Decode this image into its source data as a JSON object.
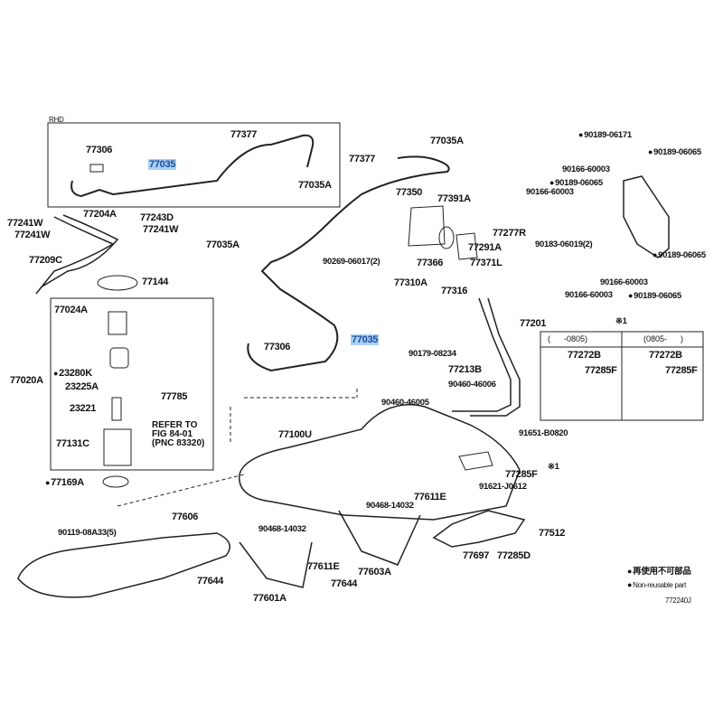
{
  "diagram": {
    "rhd_label": "RHD",
    "figure_code": "772240J",
    "legend": {
      "jp": "再使用不可部品",
      "en": "Non-reusable part"
    },
    "refer_note": [
      "REFER TO",
      "FIG 84-01",
      "(PNC 83320)"
    ],
    "variant_box": {
      "marker": "※1",
      "col1_header": "(      -0805)",
      "col2_header": "(0805-      )",
      "col1_parts": [
        "77272B",
        "77285F"
      ],
      "col2_parts": [
        "77272B",
        "77285F"
      ]
    },
    "parts": {
      "p77306a": "77306",
      "p77035a": "77035",
      "p77377a": "77377",
      "p77035Aa": "77035A",
      "p77377b": "77377",
      "p77035Ab": "77035A",
      "p77350": "77350",
      "p77391A": "77391A",
      "p77366": "77366",
      "p90269": "90269-06017(2)",
      "p77291A": "77291A",
      "p77371L": "77371L",
      "p77310A": "77310A",
      "p77316": "77316",
      "p77201": "77201",
      "p90179": "90179-08234",
      "p77213B": "77213B",
      "p90460_46006": "90460-46006",
      "p90460_46005": "90460-46005",
      "p91651": "91651-B0820",
      "p77285Fa": "77285F",
      "marker1": "※1",
      "p91621": "91621-J0612",
      "p77611Ea": "77611E",
      "p90468a": "90468-14032",
      "p77512": "77512",
      "p77697": "77697",
      "p77285D": "77285D",
      "p77603A": "77603A",
      "p90189_06171": "90189-06171",
      "p90189_06065a": "90189-06065",
      "p90166a": "90166-60003",
      "p90189_06065b": "90189-06065",
      "p90166b": "90166-60003",
      "p77277R": "77277R",
      "p90183": "90183-06019(2)",
      "p90189_06065c": "90189-06065",
      "p90166c": "90166-60003",
      "p90166d": "90166-60003",
      "p90189_06065d": "90189-06065",
      "p77241Wa": "77241W",
      "p77241Wb": "77241W",
      "p77204A": "77204A",
      "p77243D": "77243D",
      "p77241Wc": "77241W",
      "p77209C": "77209C",
      "p77144": "77144",
      "p77024A": "77024A",
      "p77020A": "77020A",
      "p23280K": "23280K",
      "p23225A": "23225A",
      "p77785": "77785",
      "p23221": "23221",
      "p77131C": "77131C",
      "p77169A": "77169A",
      "p77306b": "77306",
      "p77035b": "77035",
      "p77035Ac": "77035A",
      "p77100U": "77100U",
      "p77606": "77606",
      "p90119": "90119-08A33(5)",
      "p90468b": "90468-14032",
      "p77611Eb": "77611E",
      "p77644a": "77644",
      "p77601A": "77601A",
      "p77644b": "77644"
    }
  }
}
